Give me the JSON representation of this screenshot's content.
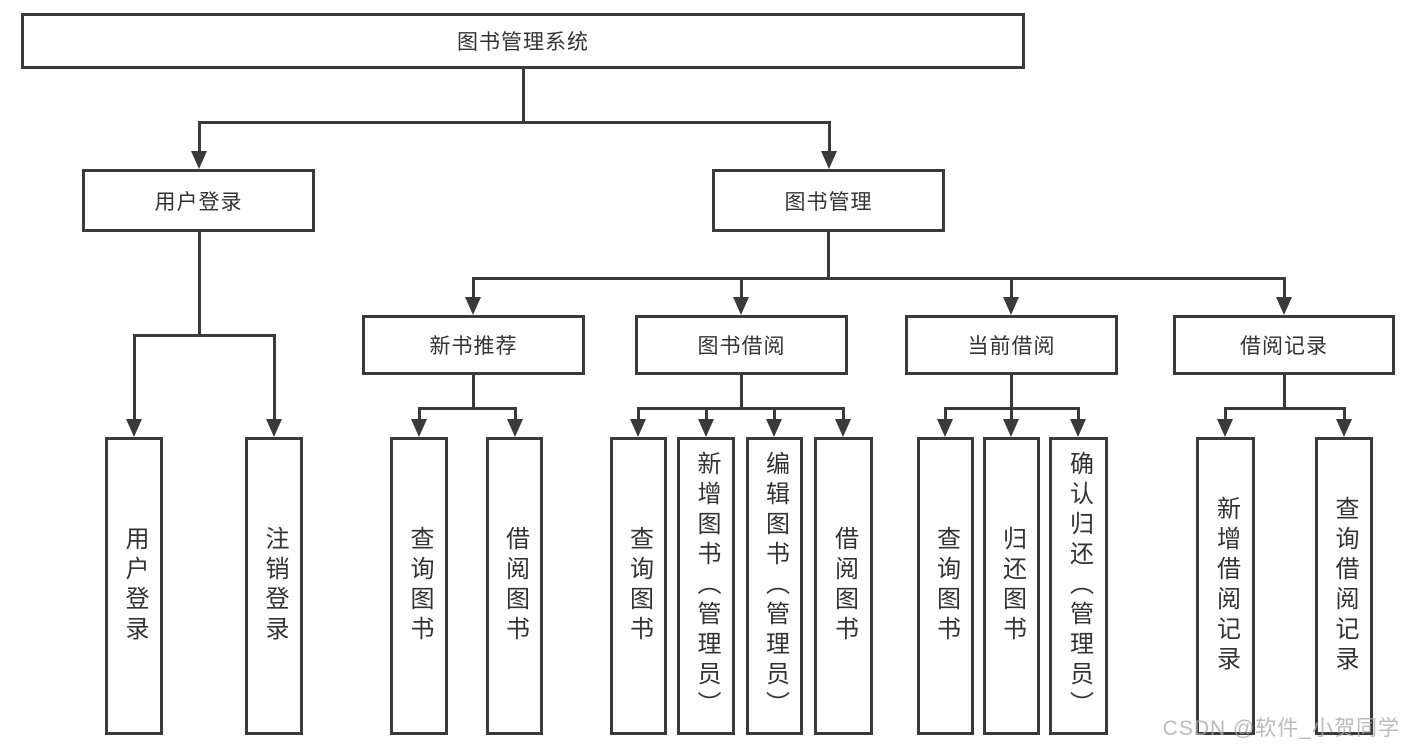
{
  "diagram_title": "图书管理系统",
  "nodes": {
    "root": "图书管理系统",
    "user_login": "用户登录",
    "book_management": "图书管理",
    "new_book_recommend": "新书推荐",
    "book_borrowing": "图书借阅",
    "current_borrowing": "当前借阅",
    "borrowing_records": "借阅记录",
    "user_login_leaf": "用户登录",
    "logout_leaf": "注销登录",
    "recommend_query_books": "查询图书",
    "recommend_borrow_books": "借阅图书",
    "borrowing_query_books": "查询图书",
    "borrowing_add_books": "新增图书（管理员）",
    "borrowing_edit_books": "编辑图书（管理员）",
    "borrowing_borrow_books": "借阅图书",
    "current_query_books": "查询图书",
    "current_return_books": "归还图书",
    "current_confirm_return": "确认归还（管理员）",
    "records_add_record": "新增借阅记录",
    "records_query_record": "查询借阅记录"
  },
  "watermark": "CSDN @软件_小贺同学",
  "colors": {
    "line": "#3a3a3a",
    "text": "#333333",
    "background": "#ffffff",
    "watermark-color": "#ababab"
  }
}
